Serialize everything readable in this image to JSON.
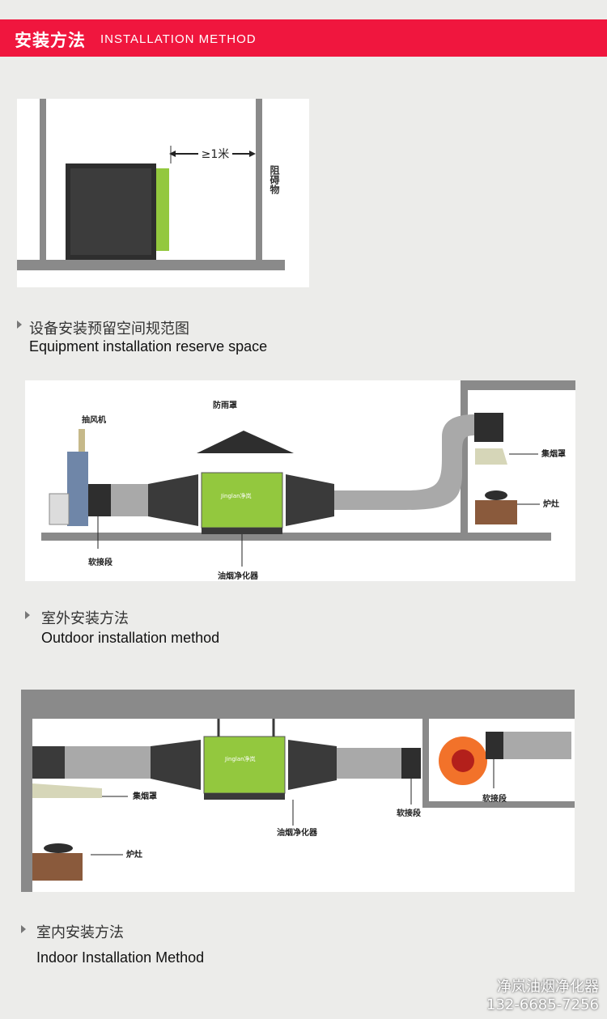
{
  "header": {
    "title_cn": "安装方法",
    "title_en": "INSTALLATION METHOD"
  },
  "section1": {
    "distance_label": "≥1米",
    "obstacle_label": "阻碍物",
    "caption_cn": "设备安装预留空间规范图",
    "caption_en": "Equipment installation reserve space"
  },
  "section2": {
    "labels": {
      "fan": "抽风机",
      "rain_cover": "防雨罩",
      "hood": "集烟罩",
      "stove": "炉灶",
      "soft_joint": "软接段",
      "purifier": "油烟净化器"
    },
    "caption_cn": "室外安装方法",
    "caption_en": "Outdoor installation method"
  },
  "section3": {
    "labels": {
      "hood": "集烟罩",
      "stove": "炉灶",
      "purifier": "油烟净化器",
      "soft_joint_1": "软接段",
      "soft_joint_2": "软接段"
    },
    "caption_cn": "室内安装方法",
    "caption_en": "Indoor Installation Method"
  },
  "brand": {
    "logo_text": "Jinglan净岚"
  },
  "footer": {
    "company": "净岚油烟净化器",
    "phone": "132-6685-7256"
  },
  "colors": {
    "accent": "#f0163e",
    "purifier_green": "#93c83e",
    "duct_dark": "#3a3a3a",
    "duct_gray": "#a9a9a9"
  }
}
